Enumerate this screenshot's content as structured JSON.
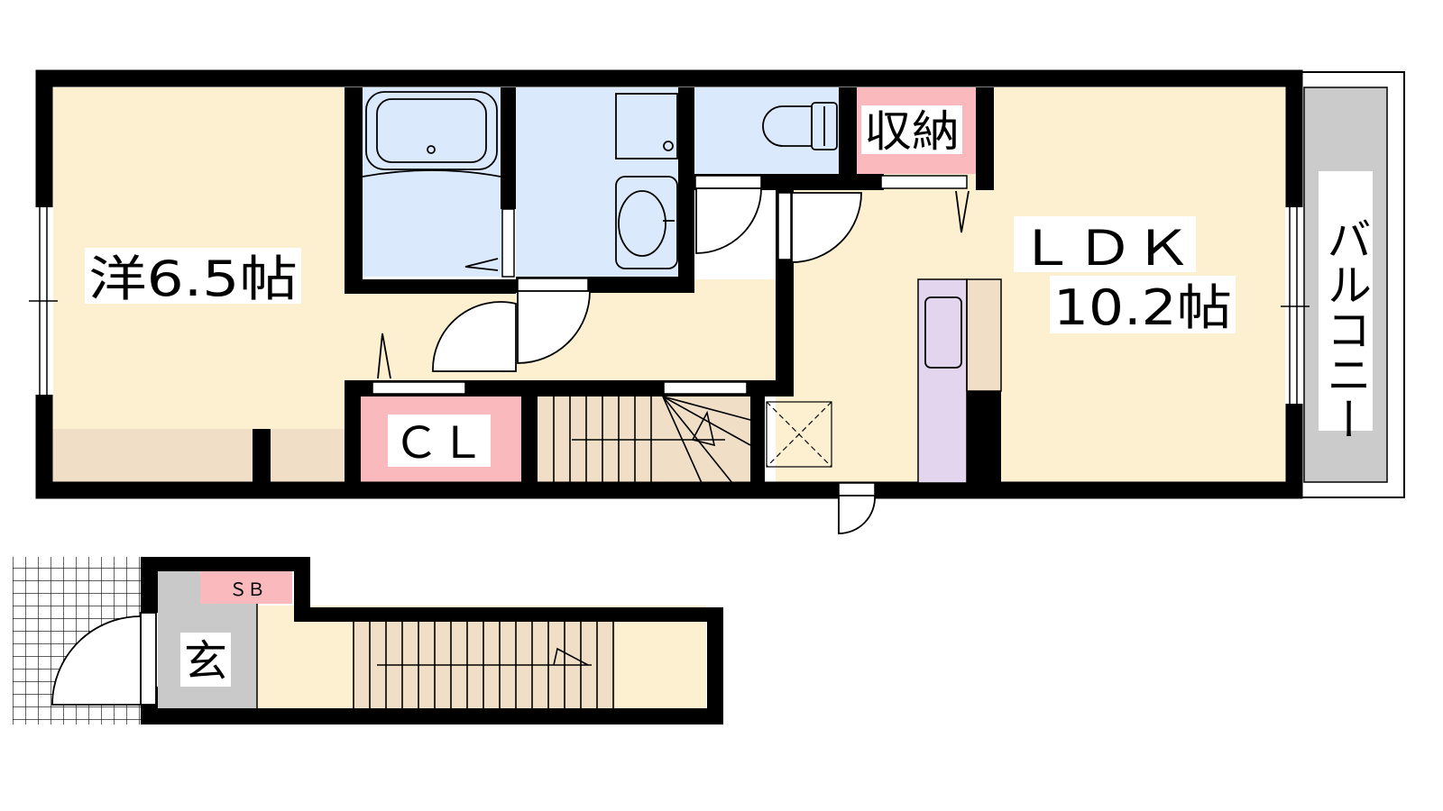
{
  "rooms": {
    "western": {
      "name": "洋",
      "size": "6.5帖"
    },
    "ldk": {
      "name": "ＬＤＫ",
      "size": "10.2帖"
    },
    "closet": {
      "name": "ＣＬ"
    },
    "storage": {
      "name": "収納"
    },
    "entrance": {
      "name": "玄"
    },
    "shoe_box": {
      "name": "ＳＢ"
    },
    "balcony": {
      "name": "バルコニー"
    }
  },
  "colors": {
    "wall": "#000000",
    "living": "#fdf0d0",
    "wet": "#daeafc",
    "storage": "#f9b9bd",
    "entrance": "#c9c9c9",
    "balcony": "#cbcbcb",
    "built_in": "#f0dfc6",
    "kitchen": "#e3d5ee"
  },
  "icons": [
    "bathtub-icon",
    "washbasin-icon",
    "toilet-icon",
    "kitchen-sink-icon",
    "washer-pan-icon",
    "stairs-icon",
    "door-swing-icon",
    "tile-icon"
  ]
}
